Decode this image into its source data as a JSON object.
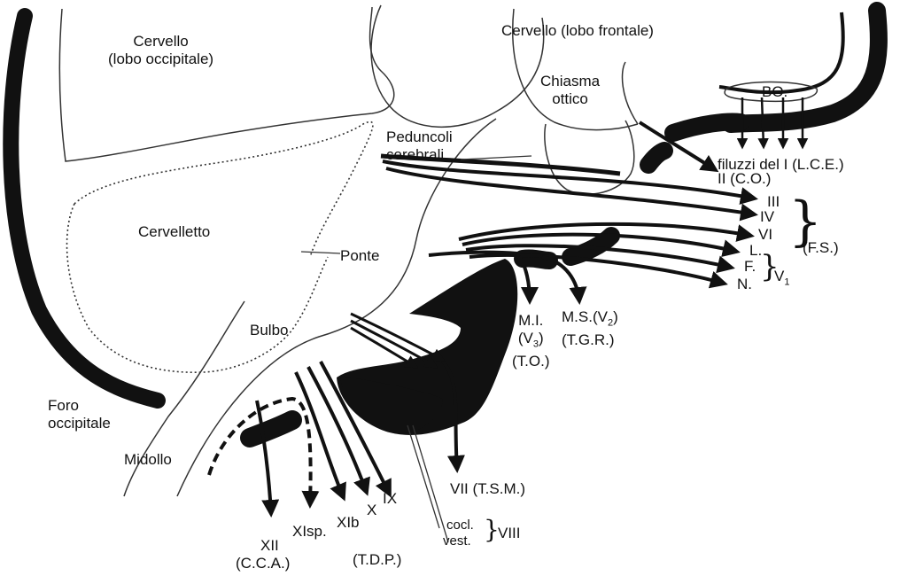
{
  "labels": {
    "cervello_occipitale_line1": "Cervello",
    "cervello_occipitale_line2": "(lobo occipitale)",
    "cervello_frontale": "Cervello (lobo frontale)",
    "chiasma_line1": "Chiasma",
    "chiasma_line2": "ottico",
    "bo": "BO.",
    "peduncoli_line1": "Peduncoli",
    "peduncoli_line2": "cerebrali",
    "filuzzi": "filuzzi del I (L.C.E.)",
    "ii_co": "II (C.O.)",
    "iii": "III",
    "iv": "IV",
    "vi": "VI",
    "l": "L.",
    "f": "F.",
    "n": "N.",
    "fs": "(F.S.)",
    "v1_letter": "V",
    "v1_sub": "1",
    "cervelletto": "Cervelletto",
    "ponte": "Ponte",
    "bulbo": "Bulbo",
    "foro_line1": "Foro",
    "foro_line2": "occipitale",
    "midollo": "Midollo",
    "mi_line1": "M.I.",
    "mi_line2_letter": "(V",
    "mi_line2_sub": "3",
    "mi_line2_close": ")",
    "mi_line3": "(T.O.)",
    "ms_letter": "M.S.(V",
    "ms_sub": "2",
    "ms_close": ")",
    "ms_line2": "(T.G.R.)",
    "vii": "VII (T.S.M.)",
    "cocl": "cocl.",
    "vest": "vest.",
    "viii": "VIII",
    "ix": "IX",
    "x": "X",
    "xib": "XIb",
    "xisp": "XIsp.",
    "xii": "XII",
    "cca": "(C.C.A.)",
    "tdp": "(T.D.P.)"
  }
}
